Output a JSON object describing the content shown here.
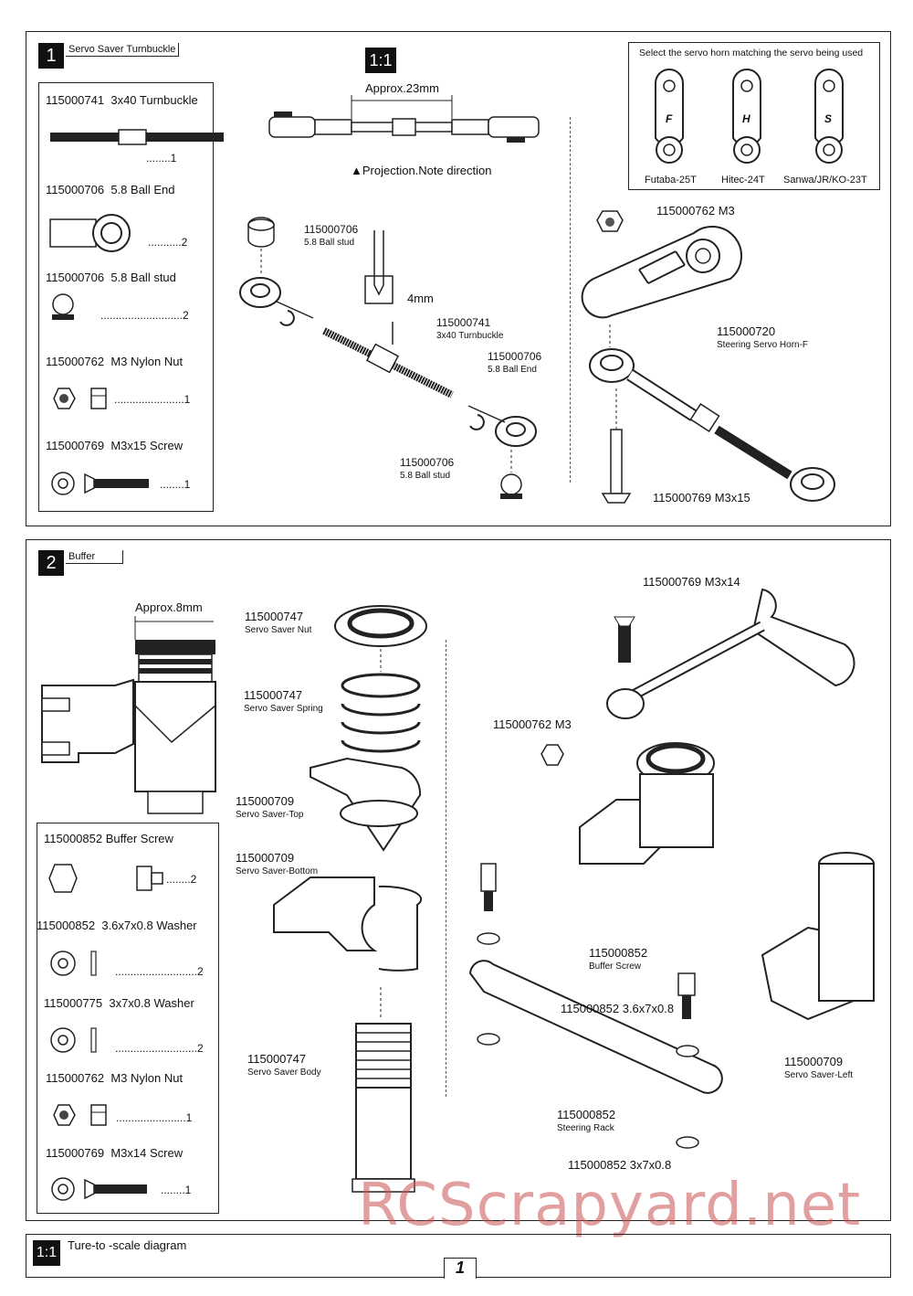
{
  "step1": {
    "number": "1",
    "title": "Servo Saver Turnbuckle",
    "parts": [
      {
        "code": "115000741",
        "name": "3x40 Turnbuckle",
        "qty": "........1"
      },
      {
        "code": "115000706",
        "name": "5.8 Ball End",
        "qty": "...........2"
      },
      {
        "code": "115000706",
        "name": "5.8 Ball stud",
        "qty": "...........................2"
      },
      {
        "code": "115000762",
        "name": "M3 Nylon Nut",
        "qty": ".......................1"
      },
      {
        "code": "115000769",
        "name": "M3x15 Screw",
        "qty": "........1"
      }
    ],
    "scale_badge": "1:1",
    "approx": "Approx.23mm",
    "projection_note": "▲Projection.Note direction",
    "tool_size": "4mm",
    "callouts": {
      "ballstud_top": {
        "code": "115000706",
        "name": "5.8 Ball stud"
      },
      "turnbuckle": {
        "code": "115000741",
        "name": "3x40 Turnbuckle"
      },
      "ballend": {
        "code": "115000706",
        "name": "5.8 Ball End"
      },
      "ballstud_bottom": {
        "code": "115000706",
        "name": "5.8 Ball stud"
      },
      "nut": "115000762  M3",
      "horn": {
        "code": "115000720",
        "name": "Steering Servo Horn-F"
      },
      "screw": "115000769  M3x15"
    },
    "servo_horn": {
      "heading": "Select the servo horn matching the servo being used",
      "options": [
        {
          "letter": "F",
          "label": "Futaba-25T"
        },
        {
          "letter": "H",
          "label": "Hitec-24T"
        },
        {
          "letter": "S",
          "label": "Sanwa/JR/KO-23T"
        }
      ]
    }
  },
  "step2": {
    "number": "2",
    "title": "Buffer",
    "approx": "Approx.8mm",
    "parts": [
      {
        "code": "115000852",
        "name": "Buffer Screw",
        "qty": "........2"
      },
      {
        "code": "115000852",
        "name": "3.6x7x0.8 Washer",
        "qty": "...........................2"
      },
      {
        "code": "115000775",
        "name": "3x7x0.8  Washer",
        "qty": "...........................2"
      },
      {
        "code": "115000762",
        "name": "M3 Nylon Nut",
        "qty": ".......................1"
      },
      {
        "code": "115000769",
        "name": "M3x14 Screw",
        "qty": "........1"
      }
    ],
    "callouts": {
      "nut": {
        "code": "115000747",
        "name": "Servo Saver Nut"
      },
      "spring": {
        "code": "115000747",
        "name": "Servo Saver Spring"
      },
      "top": {
        "code": "115000709",
        "name": "Servo Saver-Top"
      },
      "bottom": {
        "code": "115000709",
        "name": "Servo Saver-Bottom"
      },
      "body": {
        "code": "115000747",
        "name": "Servo Saver Body"
      },
      "screw14": "115000769  M3x14",
      "m3": "115000762  M3",
      "buffer_screw": {
        "code": "115000852",
        "name": "Buffer Screw"
      },
      "washer36": "115000852  3.6x7x0.8",
      "rack": {
        "code": "115000852",
        "name": "Steering Rack"
      },
      "washer3": "115000852  3x7x0.8",
      "left": {
        "code": "115000709",
        "name": "Servo Saver-Left"
      }
    }
  },
  "footer": {
    "scale_badge": "1:1",
    "scale_text": "Ture-to -scale diagram",
    "page_number": "1"
  },
  "watermark": "RCScrapyard.net"
}
